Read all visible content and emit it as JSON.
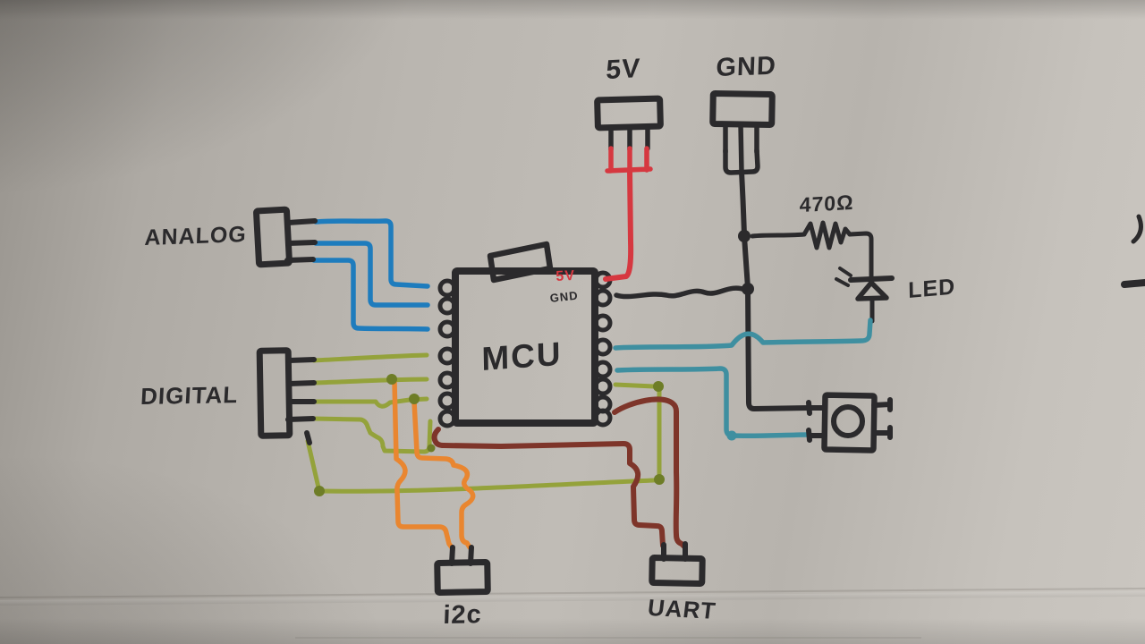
{
  "title": "Hand-drawn MCU wiring schematic on paper",
  "labels": {
    "analog": "ANALOG",
    "digital": "DIGITAL",
    "mcu": "MCU",
    "v5_header": "5V",
    "gnd_header": "GND",
    "resistor_value": "470Ω",
    "led": "LED",
    "i2c_header": "i2c",
    "uart_header": "UART",
    "mcu_pin_5v": "5V",
    "mcu_pin_gnd": "GND"
  },
  "colors": {
    "ink": "#2b2a2c",
    "red": "#d63840",
    "blue": "#1e7cbd",
    "teal": "#3f8fa0",
    "olive": "#94a23b",
    "olive_dark": "#6e7d27",
    "orange": "#e98630",
    "brown": "#7e352a"
  },
  "components": [
    {
      "name": "power-header-5v",
      "label": "5V",
      "pins": 3
    },
    {
      "name": "ground-header",
      "label": "GND",
      "pins": 3
    },
    {
      "name": "analog-header",
      "label": "ANALOG",
      "pins": 3
    },
    {
      "name": "digital-header",
      "label": "DIGITAL",
      "pins": 5
    },
    {
      "name": "mcu",
      "label": "MCU",
      "left_pins": 7,
      "right_pins": 8,
      "marked_pins": [
        "5V",
        "GND"
      ],
      "has_crystal_box": true
    },
    {
      "name": "resistor",
      "label": "470Ω"
    },
    {
      "name": "led",
      "label": "LED",
      "orientation": "anode-bottom, cathode-bar-top, rays-upper-left"
    },
    {
      "name": "push-button",
      "label": "",
      "pins": 4
    },
    {
      "name": "i2c-header",
      "label": "i2c",
      "pins": 2
    },
    {
      "name": "uart-header",
      "label": "UART",
      "pins": 2
    }
  ],
  "nets": [
    {
      "name": "5v-rail",
      "color_key": "red",
      "route": "5V header legs joined, down to MCU pin marked 5V"
    },
    {
      "name": "ground-rail",
      "color_key": "ink",
      "route": "GND header down, junction dots to 470Ω resistor, MCU GND pin (wavy lead), and push-button upper-left pin"
    },
    {
      "name": "analog-bus",
      "color_key": "blue",
      "wires": 3,
      "route": "ANALOG header pins to MCU left pins 1-3, nested L-bends"
    },
    {
      "name": "digital-bus",
      "color_key": "olive",
      "wires": 5,
      "route": "DIGITAL header pins to MCU left pins 4-7 plus bottom bus looping under to MCU right pin, junction dots at orange taps"
    },
    {
      "name": "i2c-pair",
      "color_key": "orange",
      "wires": 2,
      "route": "from junction dots down with hop-overs to i2c header pins"
    },
    {
      "name": "uart-pair",
      "color_key": "brown",
      "wires": 2,
      "route": "MCU right pin and MCU bottom-left lead down to UART header pins, hop over green bus"
    },
    {
      "name": "led-drive",
      "color_key": "teal",
      "route": "MCU right pin, hop over ground rail, up to LED anode"
    },
    {
      "name": "button-sense",
      "color_key": "teal",
      "route": "MCU right pin down and across to push-button lower-left pin"
    }
  ]
}
